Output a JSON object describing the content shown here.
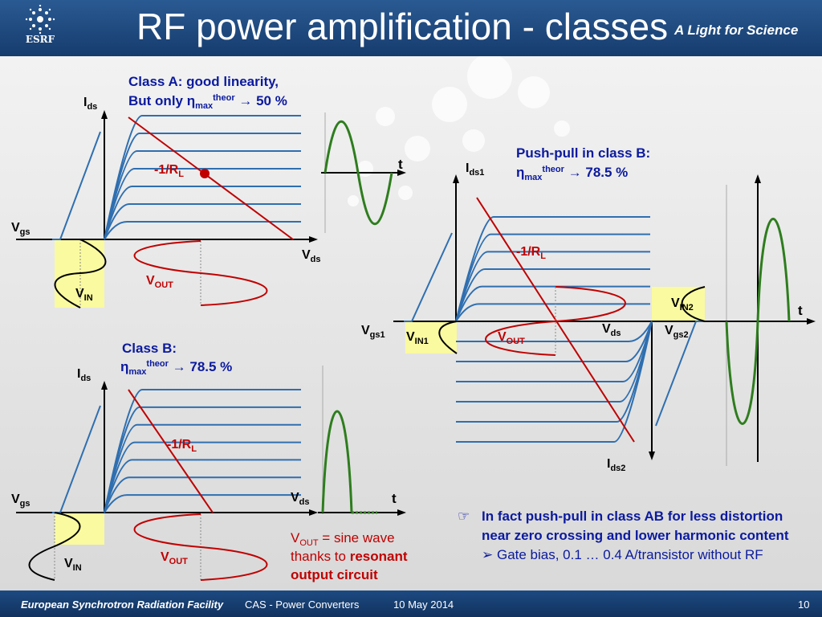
{
  "header": {
    "title": "RF power amplification - classes",
    "tagline": "A Light for Science",
    "logo_text": "ESRF"
  },
  "footer": {
    "org": "European Synchrotron Radiation Facility",
    "course": "CAS - Power Converters",
    "date": "10 May 2014",
    "page": "10"
  },
  "colors": {
    "curve_blue": "#2f6fb0",
    "load_red": "#c00000",
    "label_blue": "#0b1a9e",
    "sine_green": "#2e7d1e",
    "vin_fill": "#fafaa0"
  },
  "class_a": {
    "heading_line1": "Class A: good linearity,",
    "heading_line2_pre": "But only η",
    "heading_sub": "max",
    "heading_sup": "theor",
    "heading_post": " → 50 %",
    "ids": "I",
    "ids_sub": "ds",
    "vgs": "V",
    "vgs_sub": "gs",
    "vds": "V",
    "vds_sub": "ds",
    "load": "-1/R",
    "load_sub": "L",
    "vin": "V",
    "vin_sub": "IN",
    "vout": "V",
    "vout_sub": "OUT",
    "t": "t"
  },
  "class_b": {
    "heading_line1": "Class B:",
    "heading_line2_pre": "η",
    "heading_sub": "max",
    "heading_sup": "theor",
    "heading_post": " → 78.5 %",
    "ids": "I",
    "ids_sub": "ds",
    "vgs": "V",
    "vgs_sub": "gs",
    "vds": "V",
    "vds_sub": "ds",
    "load": "-1/R",
    "load_sub": "L",
    "vin": "V",
    "vin_sub": "IN",
    "vout": "V",
    "vout_sub": "OUT",
    "t": "t",
    "note_v": "V",
    "note_sub": "OUT",
    "note_rest": " = sine wave",
    "note_line2": "thanks to ",
    "note_bold": "resonant",
    "note_line3": "output circuit"
  },
  "push_pull": {
    "heading_line1": "Push-pull in class B:",
    "heading_line2_pre": "η",
    "heading_sub": "max",
    "heading_sup": "theor",
    "heading_post": " → 78.5 %",
    "ids1": "I",
    "ids1_sub": "ds1",
    "ids2": "I",
    "ids2_sub": "ds2",
    "vgs1": "V",
    "vgs1_sub": "gs1",
    "vgs2": "V",
    "vgs2_sub": "gs2",
    "vds": "V",
    "vds_sub": "ds",
    "load": "-1/R",
    "load_sub": "L",
    "vin1": "V",
    "vin1_sub": "IN1",
    "vin2": "V",
    "vin2_sub": "IN2",
    "vout": "V",
    "vout_sub": "OUT",
    "t": "t"
  },
  "bullets": {
    "main_mark": "☞",
    "main_text": "In fact push-pull in class AB for less distortion near zero crossing  and lower harmonic content",
    "sub_text": "➢ Gate bias, 0.1 … 0.4 A/transistor without RF"
  }
}
